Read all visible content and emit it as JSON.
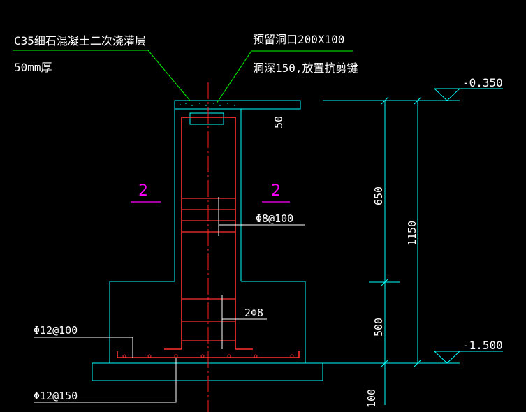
{
  "colors": {
    "background": "#000000",
    "concrete": "#00ffff",
    "rebar": "#ff3030",
    "leader": "#00ff00",
    "centerline": "#ff2020",
    "section_mark": "#ff00ff",
    "text": "#ffffff"
  },
  "annotations": {
    "grout_line1": "C35细石混凝土二次浇灌层",
    "grout_line2": "50mm厚",
    "hole_line1": "预留洞口200X100",
    "hole_line2": "洞深150,放置抗剪键",
    "stirrup_spec": "Φ8@100",
    "side_bars": "2Φ8",
    "base_bar_top": "Φ12@100",
    "base_bar_bottom": "Φ12@150"
  },
  "elevations": {
    "top": "-0.350",
    "bottom": "-1.500"
  },
  "dimensions": {
    "grout": "50",
    "upper": "650",
    "lower": "500",
    "total": "1150",
    "cushion": "100"
  },
  "section_marks": {
    "left": "2",
    "right": "2"
  }
}
